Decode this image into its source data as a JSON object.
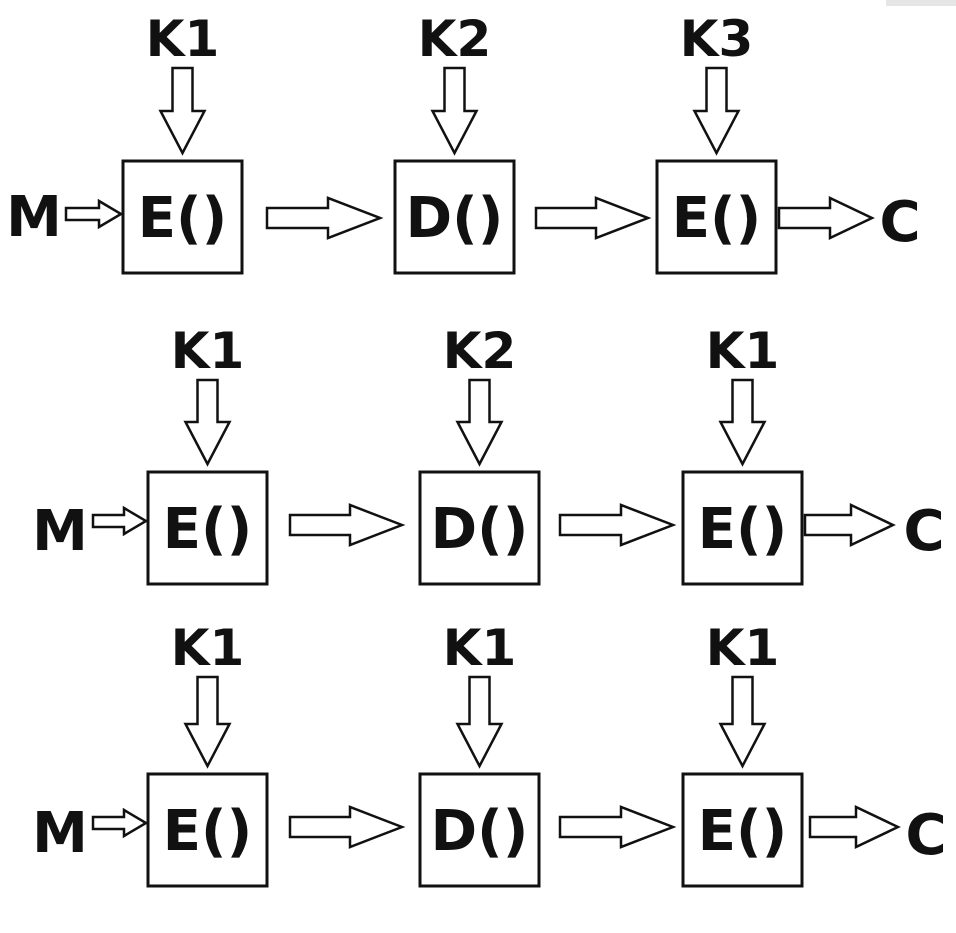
{
  "rows": [
    {
      "input": "M",
      "output": "C",
      "blocks": [
        {
          "key": "K1",
          "op": "E()"
        },
        {
          "key": "K2",
          "op": "D()"
        },
        {
          "key": "K3",
          "op": "E()"
        }
      ]
    },
    {
      "input": "M",
      "output": "C",
      "blocks": [
        {
          "key": "K1",
          "op": "E()"
        },
        {
          "key": "K2",
          "op": "D()"
        },
        {
          "key": "K1",
          "op": "E()"
        }
      ]
    },
    {
      "input": "M",
      "output": "C",
      "blocks": [
        {
          "key": "K1",
          "op": "E()"
        },
        {
          "key": "K1",
          "op": "D()"
        },
        {
          "key": "K1",
          "op": "E()"
        }
      ]
    }
  ]
}
